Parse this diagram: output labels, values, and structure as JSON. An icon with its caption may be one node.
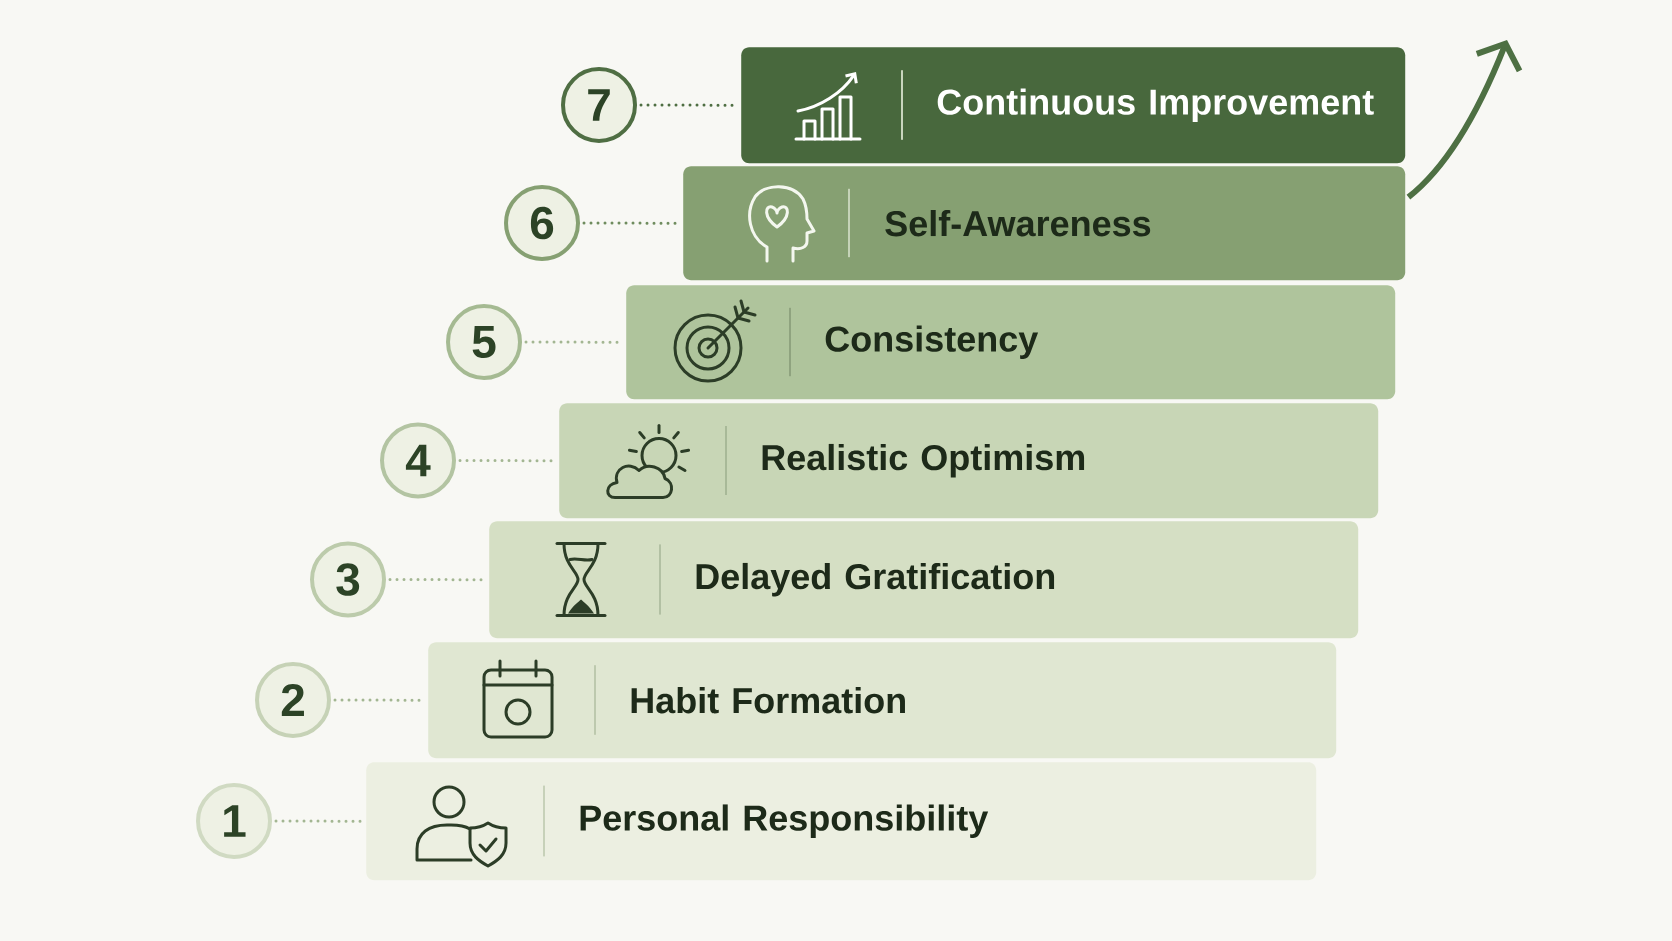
{
  "diagram": {
    "nodes": [
      {
        "text": [
          "7"
        ]
      },
      {
        "text": [
          "Continuous Improvement"
        ]
      },
      {
        "text": [
          "6"
        ]
      },
      {
        "text": [
          "Self-Awareness"
        ]
      },
      {
        "text": [
          "5"
        ]
      },
      {
        "text": [
          "Consistency"
        ]
      },
      {
        "text": [
          "4"
        ]
      },
      {
        "text": [
          "Realistic Optimism"
        ]
      },
      {
        "text": [
          "3"
        ]
      },
      {
        "text": [
          "Delayed Gratification"
        ]
      },
      {
        "text": [
          "2"
        ]
      },
      {
        "text": [
          "Habit Formation"
        ]
      },
      {
        "text": [
          "1"
        ]
      },
      {
        "text": [
          "Personal Responsibility"
        ]
      }
    ],
    "edges": [
      {
        "from": 0,
        "to": 1,
        "arrow": "none",
        "style": "dashed",
        "color": "#4e6e42"
      },
      {
        "from": 2,
        "to": 3,
        "arrow": "none",
        "style": "dashed",
        "color": "#6f8c5e"
      },
      {
        "from": 4,
        "to": 5,
        "arrow": "none",
        "style": "dashed"
      },
      {
        "from": 6,
        "to": 7,
        "arrow": "none",
        "style": "dashed"
      },
      {
        "from": 8,
        "to": 9,
        "arrow": "none",
        "style": "dashed"
      },
      {
        "from": 10,
        "to": 11,
        "arrow": "none",
        "style": "dashed"
      },
      {
        "from": 12,
        "to": 13,
        "arrow": "none",
        "style": "dashed"
      },
      {
        "from": 3,
        "to": null,
        "arrow": "to",
        "style": "thick",
        "color": "#4e7043"
      }
    ]
  }
}
